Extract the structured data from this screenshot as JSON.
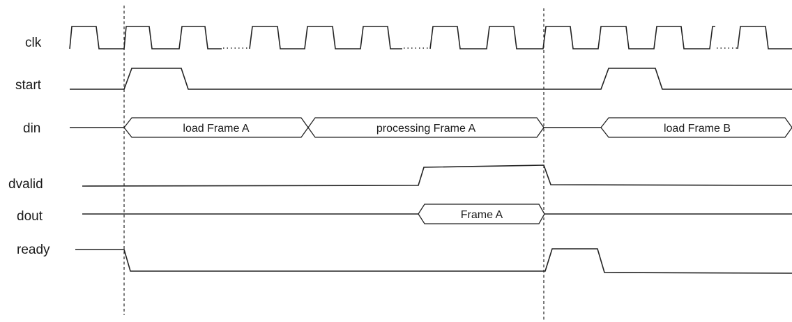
{
  "signals": {
    "clk": "clk",
    "start": "start",
    "din": "din",
    "dvalid": "dvalid",
    "dout": "dout",
    "ready": "ready"
  },
  "bus_labels": {
    "din_load_a": "load  Frame A",
    "din_processing_a": "processing Frame A",
    "din_load_b": "load Frame B",
    "dout_frame_a": "Frame A"
  }
}
